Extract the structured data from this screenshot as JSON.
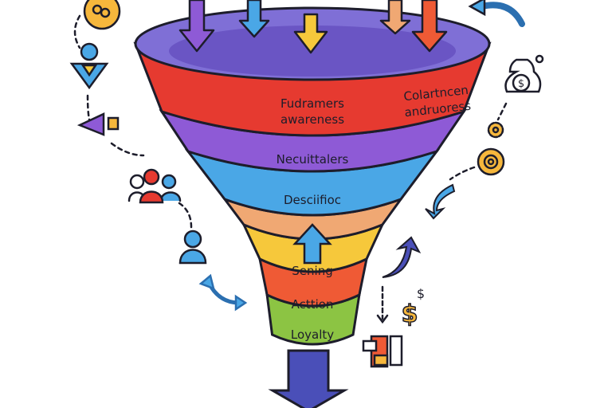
{
  "funnel": {
    "stages": [
      {
        "lines": [
          "Fudramers",
          "awareness"
        ],
        "color": "#e63a30"
      },
      {
        "lines": [
          "Necuittalers"
        ],
        "color": "#8e5ad6"
      },
      {
        "lines": [
          "Desciifioc"
        ],
        "color": "#4aa7e6"
      },
      {
        "lines": [],
        "color": "#f0a873"
      },
      {
        "lines": [
          "Sening"
        ],
        "color": "#f6c83b"
      },
      {
        "lines": [
          "Acttion"
        ],
        "color": "#ef5a35"
      },
      {
        "lines": [
          "Loyalty"
        ],
        "color": "#8cc443"
      }
    ],
    "side_label": [
      "Colartncen",
      "andruoress"
    ],
    "rim_color": "#7f6fd6"
  },
  "icons": [
    "award-icon",
    "user-pin-icon",
    "megaphone-icon",
    "group-icon",
    "user-icon",
    "swap-arrows-icon",
    "money-bag-icon",
    "gear-icon",
    "coin-icon",
    "curved-arrow-icon",
    "dollar-icon",
    "document-icon"
  ],
  "dollar_small": "$"
}
